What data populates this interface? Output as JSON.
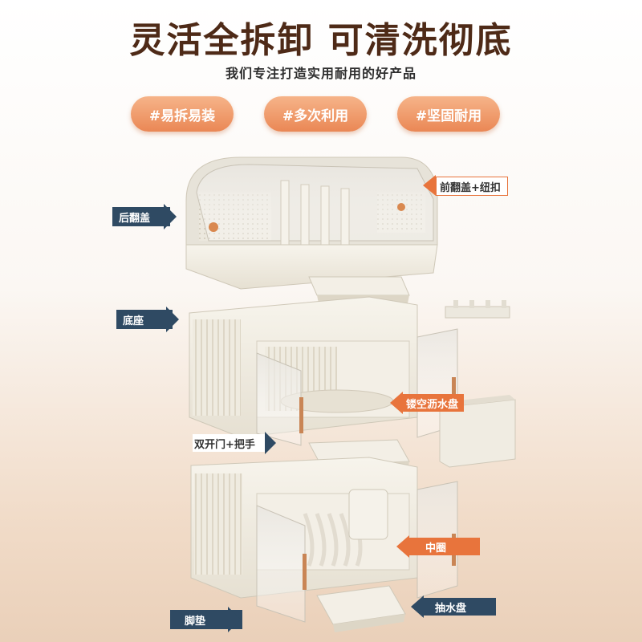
{
  "headline": "灵活全拆卸 可清洗彻底",
  "subline": "我们专注打造实用耐用的好产品",
  "tags": [
    "#易拆易装",
    "#多次利用",
    "#坚固耐用"
  ],
  "labels": {
    "back_cover": "后翻盖",
    "front_cover": "前翻盖+纽扣",
    "base": "底座",
    "drain_tray": "镂空沥水盘",
    "double_door": "双开门+把手",
    "middle_ring": "中圈",
    "pull_tray": "抽水盘",
    "feet": "脚垫"
  },
  "colors": {
    "headline": "#4e2a17",
    "tag_orange": "#ea8755",
    "label_dark": "#2f4a63",
    "label_orange": "#e8743c",
    "rack_body": "#f2eee4"
  }
}
